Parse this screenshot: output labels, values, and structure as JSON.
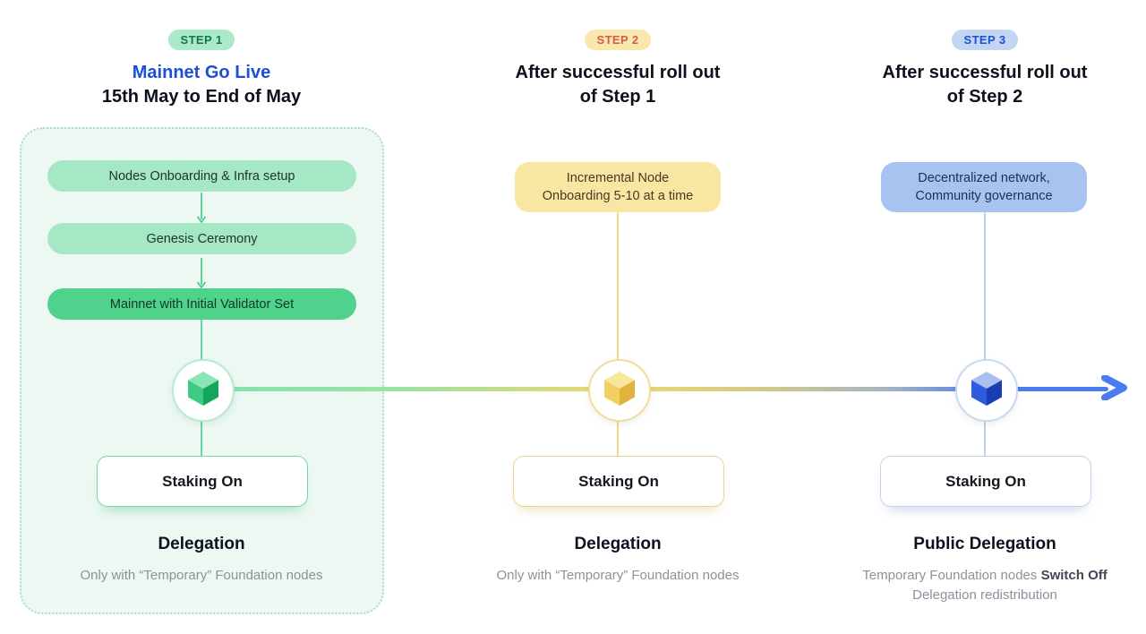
{
  "page": {
    "background": "#ffffff"
  },
  "icons": {
    "cube": "cube-icon",
    "step_arrow": "down-arrow-icon",
    "timeline_end": "arrow-right-icon"
  },
  "timeline": {
    "direction": "left-to-right",
    "gradient_colors": [
      "#82e1b2",
      "#eed76f",
      "#a4b3c5",
      "#4a7bf0"
    ]
  },
  "steps": [
    {
      "badge": "STEP 1",
      "accent": "#3fc983",
      "badge_bg": "#abe9ca",
      "badge_text_color": "#0e7a45",
      "title_line1": "Mainnet Go Live",
      "title_line1_color": "#1d4ed8",
      "title_line2": "15th May to End of May",
      "pills": [
        "Nodes Onboarding & Infra setup",
        "Genesis Ceremony",
        "Mainnet with Initial Validator Set"
      ],
      "staking": "Staking On",
      "delegation_title": "Delegation",
      "delegation_note": "Only with “Temporary” Foundation nodes"
    },
    {
      "badge": "STEP 2",
      "accent": "#f2cf5b",
      "badge_bg": "#f9e8ae",
      "badge_text_color": "#d95a4a",
      "title_line1": "After successful roll out",
      "title_line2": "of Step 1",
      "pill_line1": "Incremental Node",
      "pill_line2": "Onboarding 5-10 at a time",
      "staking": "Staking On",
      "delegation_title": "Delegation",
      "delegation_note": "Only with “Temporary” Foundation nodes"
    },
    {
      "badge": "STEP 3",
      "accent": "#4a7bf0",
      "badge_bg": "#c3d5f2",
      "badge_text_color": "#1d4fd7",
      "title_line1": "After successful roll out",
      "title_line2": "of Step 2",
      "pill_line1": "Decentralized network,",
      "pill_line2": "Community governance",
      "staking": "Staking On",
      "delegation_title": "Public Delegation",
      "note_prefix": "Temporary Foundation nodes ",
      "note_bold": "Switch Off",
      "note_line2": "Delegation redistribution"
    }
  ]
}
